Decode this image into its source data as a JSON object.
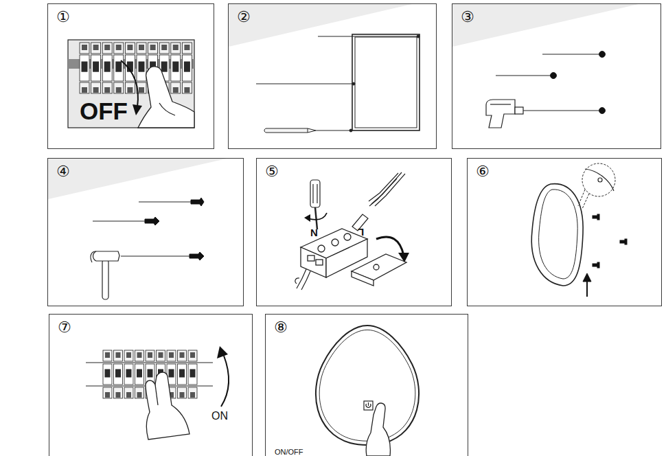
{
  "diagram": {
    "nodes": [
      {
        "text": [
          "①"
        ]
      },
      {
        "text": [
          "②"
        ]
      },
      {
        "text": [
          "③"
        ]
      },
      {
        "text": [
          "④"
        ]
      },
      {
        "text": [
          "⑤"
        ]
      },
      {
        "text": [
          "⑥"
        ]
      },
      {
        "text": [
          "⑦"
        ]
      },
      {
        "text": [
          "⑧"
        ]
      }
    ],
    "labels": [
      "OFF",
      "N",
      "L",
      "ON",
      "ON/OFF"
    ]
  }
}
